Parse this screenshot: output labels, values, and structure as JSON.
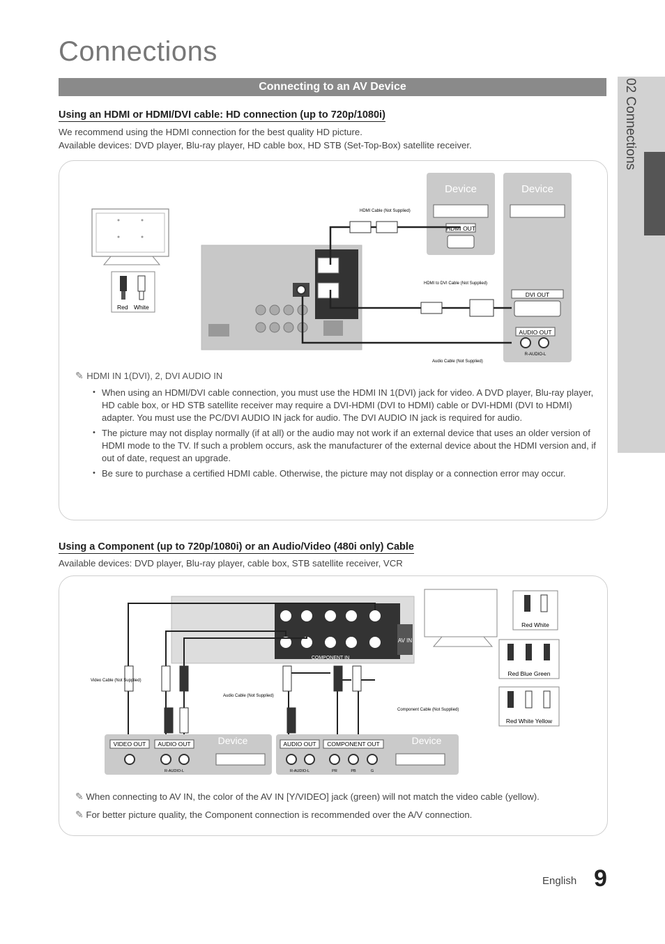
{
  "page": {
    "title": "Connections",
    "banner": "Connecting to an AV Device",
    "side_tab": "02 Connections",
    "footer_lang": "English",
    "footer_page": "9"
  },
  "section1": {
    "heading": "Using an HDMI or HDMI/DVI cable: HD connection (up to 720p/1080i)",
    "line1": "We recommend using the HDMI connection for the best quality HD picture.",
    "line2": "Available devices: DVD player, Blu-ray player, HD cable box, HD STB (Set-Top-Box) satellite receiver.",
    "device1": "Device",
    "device2": "Device",
    "hdmi_out": "HDMI OUT",
    "dvi_out": "DVI OUT",
    "audio_out": "AUDIO OUT",
    "r_audio_l": "R-AUDIO-L",
    "hdmi_cable": "HDMI Cable (Not Supplied)",
    "hdmi_dvi_cable": "HDMI to DVI Cable (Not Supplied)",
    "audio_cable": "Audio Cable (Not Supplied)",
    "plug_red": "Red",
    "plug_white": "White",
    "note_heading": "HDMI IN 1(DVI), 2, DVI AUDIO IN",
    "bullets": [
      "When using an HDMI/DVI cable connection, you must use the HDMI IN 1(DVI) jack for video. A DVD player, Blu-ray player, HD cable box, or HD STB satellite receiver may require a DVI-HDMI (DVI to HDMI) cable or DVI-HDMI (DVI to HDMI) adapter. You must use the PC/DVI AUDIO IN jack for audio. The DVI AUDIO IN jack is required for audio.",
      "The picture may not display normally (if at all) or the audio may not work if an external device that uses an older version of HDMI mode to the TV. If such a problem occurs, ask the manufacturer of the external device about the HDMI version and, if out of date, request an upgrade.",
      "Be sure to purchase a certified HDMI cable. Otherwise, the picture may not display or a connection error may occur."
    ]
  },
  "section2": {
    "heading": "Using a Component (up to 720p/1080i) or an Audio/Video (480i only) Cable",
    "line1": "Available devices: DVD player, Blu-ray player, cable box, STB satellite receiver, VCR",
    "video_cable": "Video Cable (Not Supplied)",
    "audio_cable": "Audio Cable (Not Supplied)",
    "component_cable": "Component Cable (Not Supplied)",
    "video_out": "VIDEO OUT",
    "audio_out": "AUDIO OUT",
    "component_out": "COMPONENT OUT",
    "r_audio_l": "R-AUDIO-L",
    "pr": "PR",
    "pb": "PB",
    "g": "G",
    "device1": "Device",
    "device2": "Device",
    "av_in": "AV IN",
    "component_in": "COMPONENT IN",
    "legend_row1": "Red   White",
    "legend_row2": "Red   Blue   Green",
    "legend_row3": "Red   White  Yellow",
    "note1": "When connecting to AV IN, the color of the AV IN [Y/VIDEO] jack (green) will not match the video cable (yellow).",
    "note2": "For better picture quality, the Component connection is recommended over the A/V connection."
  }
}
